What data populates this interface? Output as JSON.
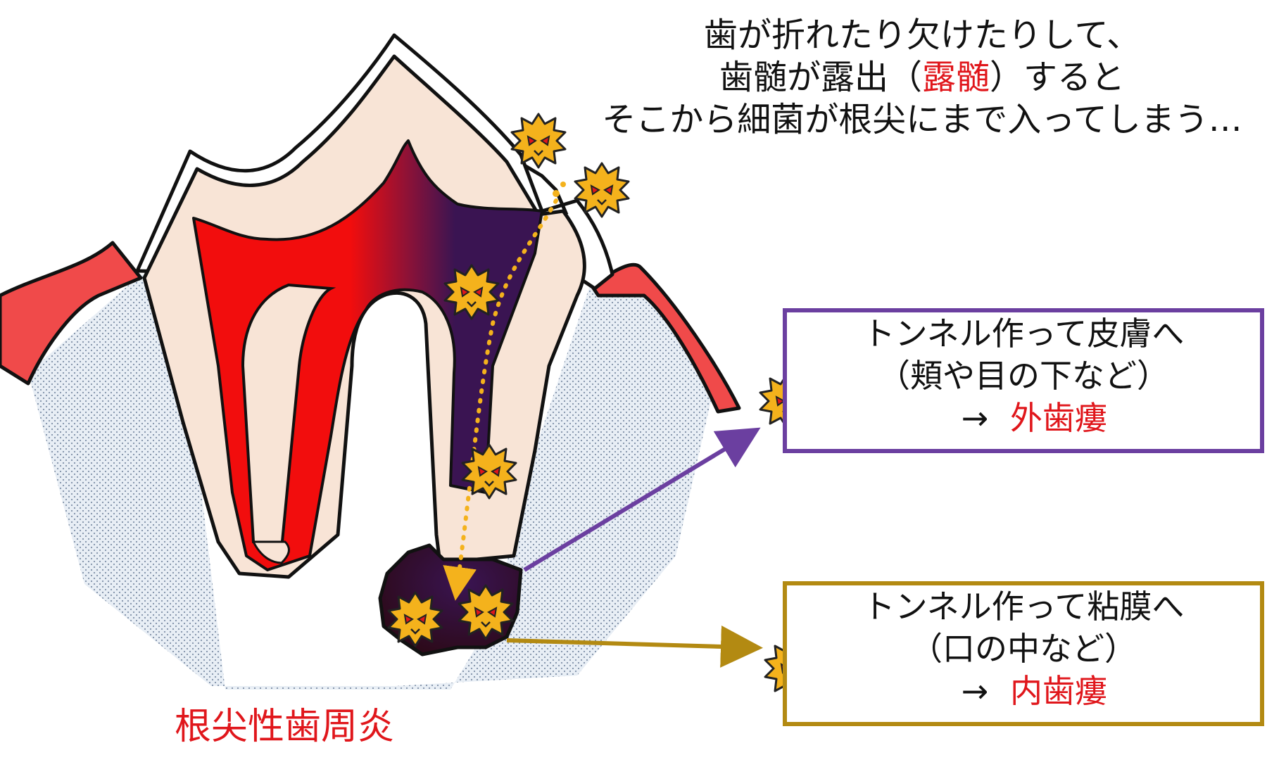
{
  "caption": {
    "line1": "歯が折れたり欠けたりして、",
    "line2_pre": "歯髄が露出（",
    "line2_red": "露髄",
    "line2_post": "）すると",
    "line3": "そこから細菌が根尖にまで入ってしまう…"
  },
  "external_box": {
    "line1": "トンネル作って皮膚へ",
    "line2": "（頬や目の下など）",
    "arrow": "→",
    "term": "外歯瘻"
  },
  "internal_box": {
    "line1": "トンネル作って粘膜へ",
    "line2": "（口の中など）",
    "arrow": "→",
    "term": "内歯瘻"
  },
  "diagnosis_label": "根尖性歯周炎",
  "colors": {
    "pulp_red": "#f20d0d",
    "infected_pulp": "#3a1452",
    "dentin": "#f8e4d6",
    "gum": "#f04a4a",
    "bone": "#d9e1ea",
    "bacteria": "#f4b21c",
    "external_arrow": "#6b3fa0",
    "internal_arrow": "#b38a12",
    "path_dots": "#f4b21c"
  },
  "icons": {
    "bacteria": "bacteria-icon"
  }
}
